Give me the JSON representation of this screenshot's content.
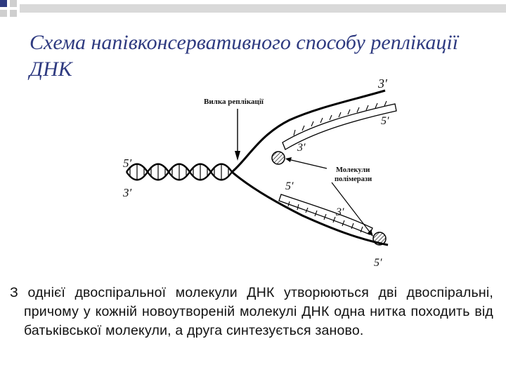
{
  "slide": {
    "title": "Схема напівконсервативного способу реплікації ДНК",
    "body_text": "З однієї двоспіральної молекули ДНК утворюються дві двоспіральні, причому у кожній новоутвореній молекулі ДНК одна нитка походить від батьківської молекули, а друга синтезується заново."
  },
  "diagram": {
    "fork_label": "Вилка реплікації",
    "polymerase_label_line1": "Молекули",
    "polymerase_label_line2": "полімерази",
    "end_left_top": "5′",
    "end_left_bottom": "3′",
    "end_upper_outer": "3′",
    "end_upper_inner": "5′",
    "end_upper_new": "3′",
    "end_lower_new_start": "5′",
    "end_lower_new_end": "3′",
    "end_lower_outer": "5′"
  },
  "colors": {
    "title": "#2e3a80",
    "deco_light": "#c9c9c9",
    "deco_dark": "#2e3a80"
  }
}
